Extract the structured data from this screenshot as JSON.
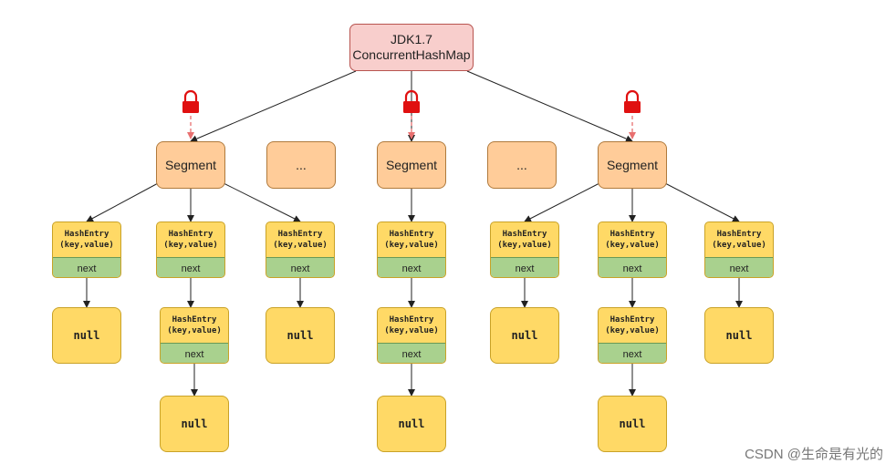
{
  "root": {
    "line1": "JDK1.7",
    "line2": "ConcurrentHashMap"
  },
  "segment_label": "Segment",
  "ellipsis_label": "...",
  "entry": {
    "line1": "HashEntry",
    "line2": "(key,value)",
    "next": "next"
  },
  "null_label": "null",
  "lock_icon": "padlock-icon",
  "colors": {
    "root_fill": "#f8cecc",
    "segment_fill": "#ffcc99",
    "entry_fill": "#ffd966",
    "next_fill": "#a9d18e",
    "lock": "#e01010"
  },
  "watermark": "CSDN @生命是有光的"
}
